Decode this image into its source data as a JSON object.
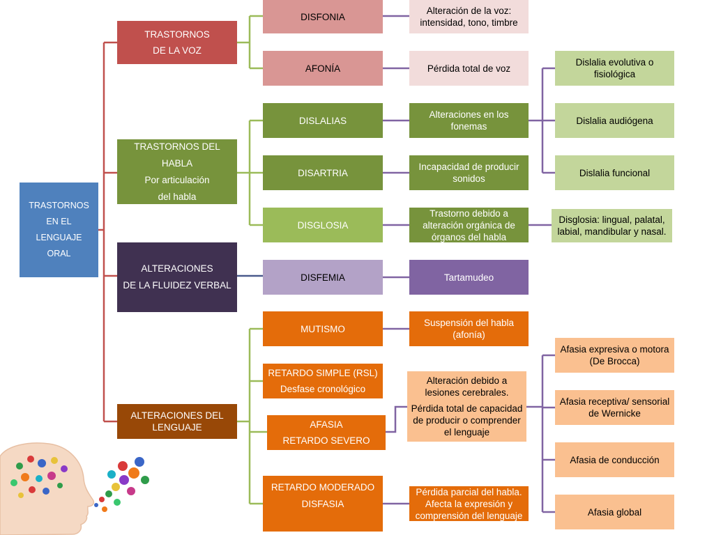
{
  "root": [
    "TRASTORNOS",
    "EN EL",
    "LENGUAJE",
    "ORAL"
  ],
  "categories": {
    "voz": [
      "TRASTORNOS",
      "DE LA VOZ"
    ],
    "habla": [
      "TRASTORNOS DEL HABLA",
      "Por articulación",
      "del habla"
    ],
    "fluidez": [
      "ALTERACIONES",
      "DE LA FLUIDEZ VERBAL"
    ],
    "lenguaje": [
      "ALTERACIONES DEL",
      "LENGUAJE"
    ]
  },
  "disorders": {
    "disfonia": [
      "DISFONIA"
    ],
    "afonia": [
      "AFONÍA"
    ],
    "dislalias": [
      "DISLALIAS"
    ],
    "disartria": [
      "DISARTRIA"
    ],
    "disglosia": [
      "DISGLOSIA"
    ],
    "disfemia": [
      "DISFEMIA"
    ],
    "mutismo": [
      "MUTISMO"
    ],
    "retardo_simple": [
      "RETARDO SIMPLE (RSL)",
      "Desfase cronológico"
    ],
    "afasia": [
      "AFASIA",
      "RETARDO SEVERO"
    ],
    "retardo_moderado": [
      "RETARDO MODERADO",
      "DISFASIA"
    ]
  },
  "descriptions": {
    "disfonia": [
      "Alteración de la voz:",
      "intensidad, tono, timbre"
    ],
    "afonia": [
      "Pérdida total de voz"
    ],
    "dislalias": [
      "Alteraciones en los",
      "fonemas"
    ],
    "disartria": [
      "Incapacidad de producir",
      "sonidos"
    ],
    "disglosia": [
      "Trastorno debido a",
      "alteración orgánica de",
      "órganos del habla"
    ],
    "disfemia": [
      "Tartamudeo"
    ],
    "mutismo": [
      "Suspensión del habla",
      "(afonía)"
    ],
    "afasia": [
      "Alteración debido a",
      "lesiones cerebrales.",
      "Pérdida total de capacidad",
      "de producir o comprender",
      "el lenguaje"
    ],
    "retardo_moderado": [
      "Pérdida parcial del habla.",
      "Afecta la expresión y",
      "comprensión del lenguaje"
    ]
  },
  "subtypes": {
    "dislalia_evolutiva": [
      "Dislalia evolutiva o",
      "fisiológica"
    ],
    "dislalia_audiogena": [
      "Dislalia audiógena"
    ],
    "dislalia_funcional": [
      "Dislalia funcional"
    ],
    "disglosia_tipos": [
      "Disglosia: lingual, palatal,",
      "labial, mandibular y nasal."
    ],
    "afasia_expresiva": [
      "Afasia expresiva o motora",
      "(De Brocca)"
    ],
    "afasia_receptiva": [
      "Afasia receptiva/ sensorial",
      "de Wernicke"
    ],
    "afasia_conduccion": [
      "Afasia de conducción"
    ],
    "afasia_global": [
      "Afasia global"
    ]
  },
  "colors": {
    "root": "#4f81bd",
    "voz": "#c0504d",
    "voz_light": "#d99694",
    "voz_pale": "#f2dcdb",
    "habla": "#77933c",
    "habla_mid": "#9bbb59",
    "habla_light": "#c3d69b",
    "fluidez": "#403151",
    "fluidez_light": "#b3a2c7",
    "fluidez_mid": "#8064a2",
    "lenguaje": "#984807",
    "lenguaje_mid": "#e46c0a",
    "lenguaje_light": "#fac090"
  }
}
